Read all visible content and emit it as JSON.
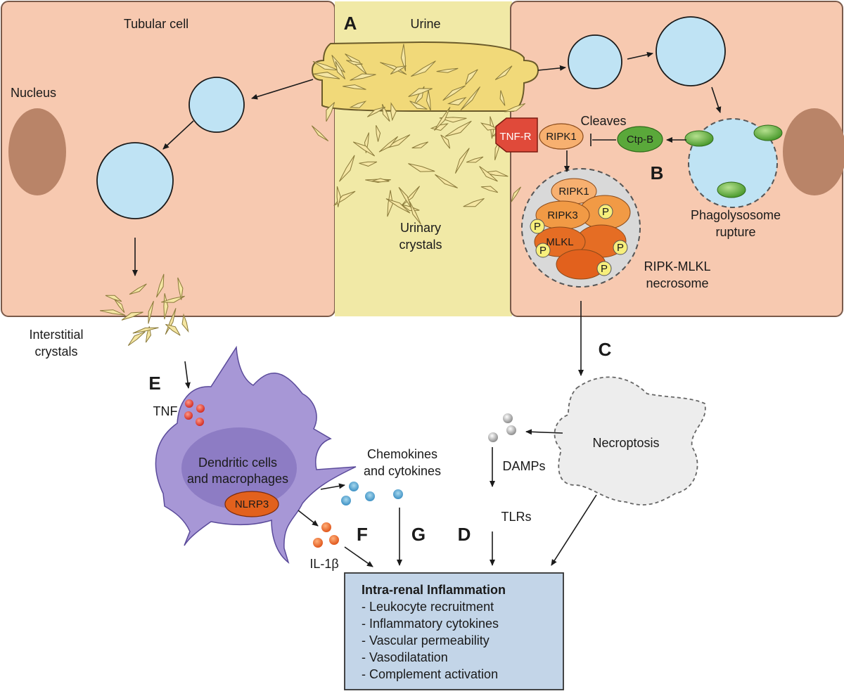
{
  "labels": {
    "tubular_cell": "Tubular cell",
    "nucleus": "Nucleus",
    "urine": "Urine",
    "urinary_crystals_1": "Urinary",
    "urinary_crystals_2": "crystals",
    "interstitial_1": "Interstitial",
    "interstitial_2": "crystals",
    "cleaves": "Cleaves",
    "tnfr": "TNF-R",
    "ripk1_top": "RIPK1",
    "ctpb": "Ctp-B",
    "ripk1": "RIPK1",
    "ripk3": "RIPK3",
    "mlkl": "MLKL",
    "p": "P",
    "phago_1": "Phagolysosome",
    "phago_2": "rupture",
    "necrosome_1": "RIPK-MLKL",
    "necrosome_2": "necrosome",
    "tnf": "TNF",
    "dc_1": "Dendritic cells",
    "dc_2": "and macrophages",
    "nlrp3": "NLRP3",
    "chemo_1": "Chemokines",
    "chemo_2": "and cytokines",
    "il1b": "IL-1β",
    "damps": "DAMPs",
    "tlrs": "TLRs",
    "necroptosis": "Necroptosis"
  },
  "panels": {
    "A": "A",
    "B": "B",
    "C": "C",
    "D": "D",
    "E": "E",
    "F": "F",
    "G": "G"
  },
  "inflammation": {
    "title": "Intra-renal Inflammation",
    "items": [
      "- Leukocyte recruitment",
      "- Inflammatory cytokines",
      "- Vascular permeability",
      "- Vasodilatation",
      "- Complement activation"
    ]
  },
  "colors": {
    "cell_fill": "#f7c9b0",
    "cell_stroke": "#7a5a4a",
    "urine_fill": "#f1e9a6",
    "nucleus": "#b98468",
    "vesicle": "#bfe3f4",
    "crystal": "#f5e6a3",
    "orange": "#f08a2e",
    "red_mlkl": "#e2611d",
    "green": "#5aa83a",
    "tnfr": "#e04a3a",
    "purple": "#a797d6",
    "box_fill": "#c3d5e8"
  }
}
